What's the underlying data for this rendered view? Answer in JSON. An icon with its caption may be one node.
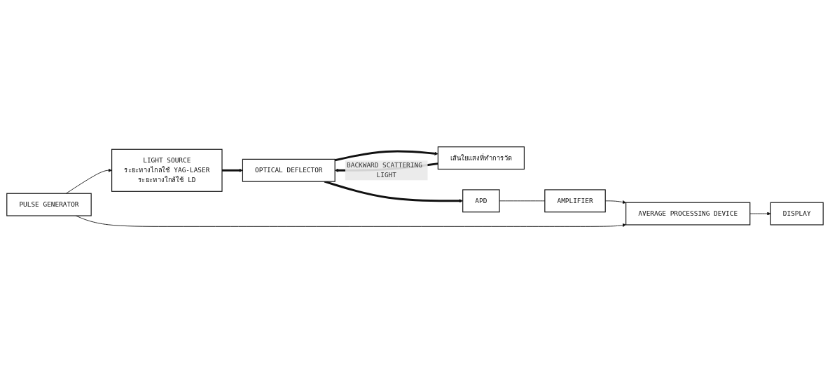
{
  "diagram": {
    "nodes": [
      {
        "text": [
          "PULSE GENERATOR"
        ]
      },
      {
        "text": [
          "LIGHT SOURCE",
          "ระยะทางไกลใช้ YAG-LASER",
          "ระยะทางใกล้ใช้ LD"
        ]
      },
      {
        "text": [
          "OPTICAL DEFLECTOR"
        ]
      },
      {
        "text": [
          "เส้นใยแสงที่ทำการวัด"
        ]
      },
      {
        "text": [
          "APD"
        ]
      },
      {
        "text": [
          "AMPLIFIER"
        ]
      },
      {
        "text": [
          "AVERAGE PROCESSING DEVICE"
        ]
      },
      {
        "text": [
          "DISPLAY"
        ]
      }
    ],
    "edges": [
      {
        "from": 0,
        "to": 1,
        "arrow": "to"
      },
      {
        "from": 1,
        "to": 2,
        "arrow": "to",
        "style": "thick"
      },
      {
        "from": 2,
        "to": 3,
        "arrow": "to",
        "style": "thick"
      },
      {
        "from": 3,
        "to": 2,
        "arrow": "to",
        "style": "thick",
        "label": "BACKWARD SCATTERING LIGHT"
      },
      {
        "from": 2,
        "to": 4,
        "arrow": "to",
        "style": "thick"
      },
      {
        "from": 4,
        "to": 5,
        "arrow": "none"
      },
      {
        "from": 5,
        "to": 6,
        "arrow": "to"
      },
      {
        "from": 0,
        "to": 6,
        "arrow": "to"
      },
      {
        "from": 6,
        "to": 7,
        "arrow": "to"
      }
    ]
  }
}
